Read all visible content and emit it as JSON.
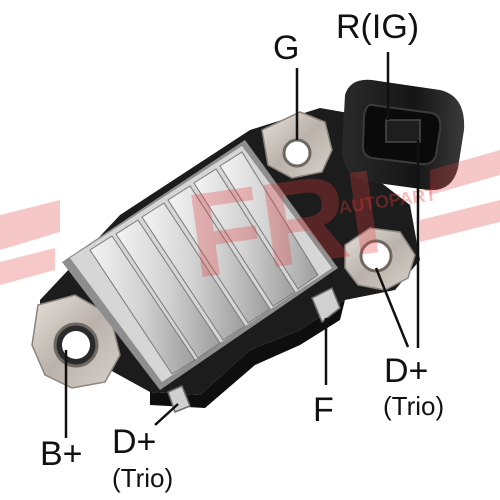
{
  "labels": {
    "g": "G",
    "r_ig": "R(IG)",
    "b_plus": "B+",
    "d_plus_left": "D+",
    "trio_left": "(Trio)",
    "f": "F",
    "d_plus_right": "D+",
    "trio_right": "(Trio)"
  },
  "watermark": {
    "logo_text": "FRI",
    "small_text": "AUTOPART"
  },
  "colors": {
    "body": "#1c1c1c",
    "metal": "#cfc9c3",
    "heatsink": "#d9d9d9",
    "watermark": "#e23a3a",
    "leader": "#111111"
  }
}
